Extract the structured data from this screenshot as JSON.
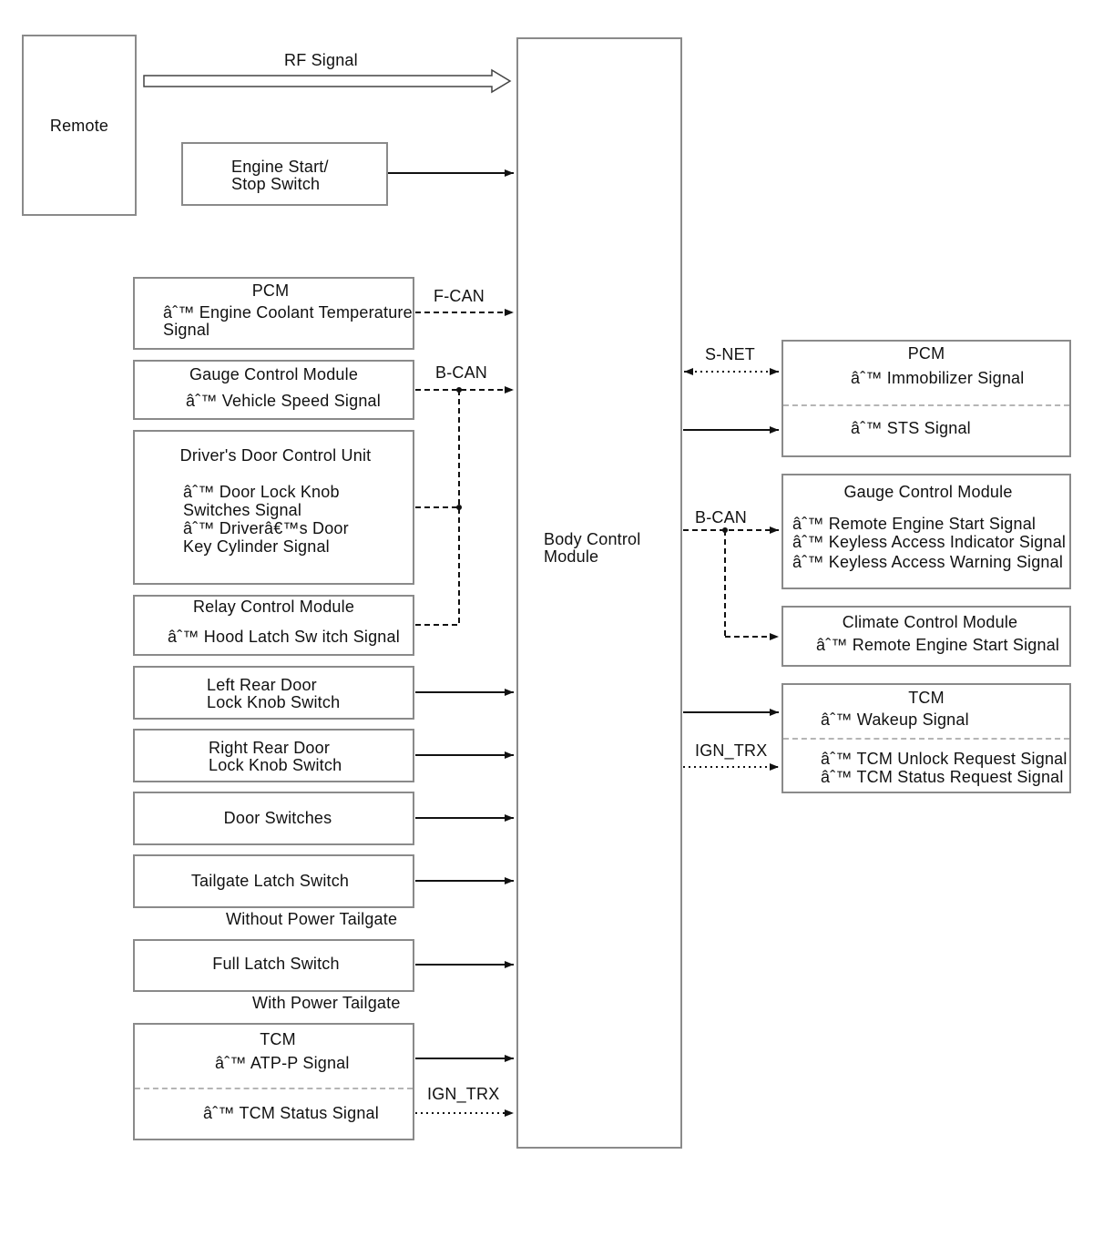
{
  "remote": {
    "label": "Remote"
  },
  "rf_signal": "RF Signal",
  "engine_switch": {
    "line1": "Engine Start/",
    "line2": "Stop Switch"
  },
  "pcm_left": {
    "title": "PCM",
    "line1": "âˆ™ Engine Coolant Temperature",
    "line2": "Signal"
  },
  "fcan": "F-CAN",
  "bcan_left": "B-CAN",
  "gauge_left": {
    "title": "Gauge Control Module",
    "line1": "âˆ™ Vehicle Speed Signal"
  },
  "driver_door": {
    "title": "Driver's Door Control Unit",
    "line1": "âˆ™ Door Lock Knob",
    "line2": "Switches Signal",
    "line3": "âˆ™ Driverâ€™s Door",
    "line4": "Key Cylinder Signal"
  },
  "relay": {
    "title": "Relay Control Module",
    "line1": "âˆ™ Hood Latch Sw itch Signal"
  },
  "left_rear": {
    "line1": "Left Rear Door",
    "line2": "Lock Knob Switch"
  },
  "right_rear": {
    "line1": "Right Rear Door",
    "line2": "Lock Knob Switch"
  },
  "door_switches": "Door Switches",
  "tailgate": {
    "label": "Tailgate Latch Switch",
    "note": "Without Power Tailgate"
  },
  "full_latch": {
    "label": "Full Latch Switch",
    "note": "With Power Tailgate"
  },
  "tcm_left": {
    "title": "TCM",
    "line1": "âˆ™ ATP-P Signal",
    "line2": "âˆ™ TCM Status Signal"
  },
  "ign_trx_left": "IGN_TRX",
  "bcm": {
    "line1": "Body Control",
    "line2": "Module"
  },
  "snet": "S-NET",
  "pcm_right": {
    "title": "PCM",
    "line1": "âˆ™ Immobilizer Signal",
    "line2": "âˆ™ STS Signal"
  },
  "bcan_right": "B-CAN",
  "gauge_right": {
    "title": "Gauge Control Module",
    "line1": "âˆ™ Remote Engine Start Signal",
    "line2": "âˆ™ Keyless Access Indicator Signal",
    "line3": "âˆ™ Keyless Access Warning Signal"
  },
  "climate": {
    "title": "Climate Control Module",
    "line1": "âˆ™ Remote Engine Start Signal"
  },
  "tcm_right": {
    "title": "TCM",
    "line1": "âˆ™ Wakeup Signal",
    "line2": "âˆ™ TCM Unlock Request Signal",
    "line3": "âˆ™ TCM Status Request Signal"
  },
  "ign_trx_right": "IGN_TRX"
}
